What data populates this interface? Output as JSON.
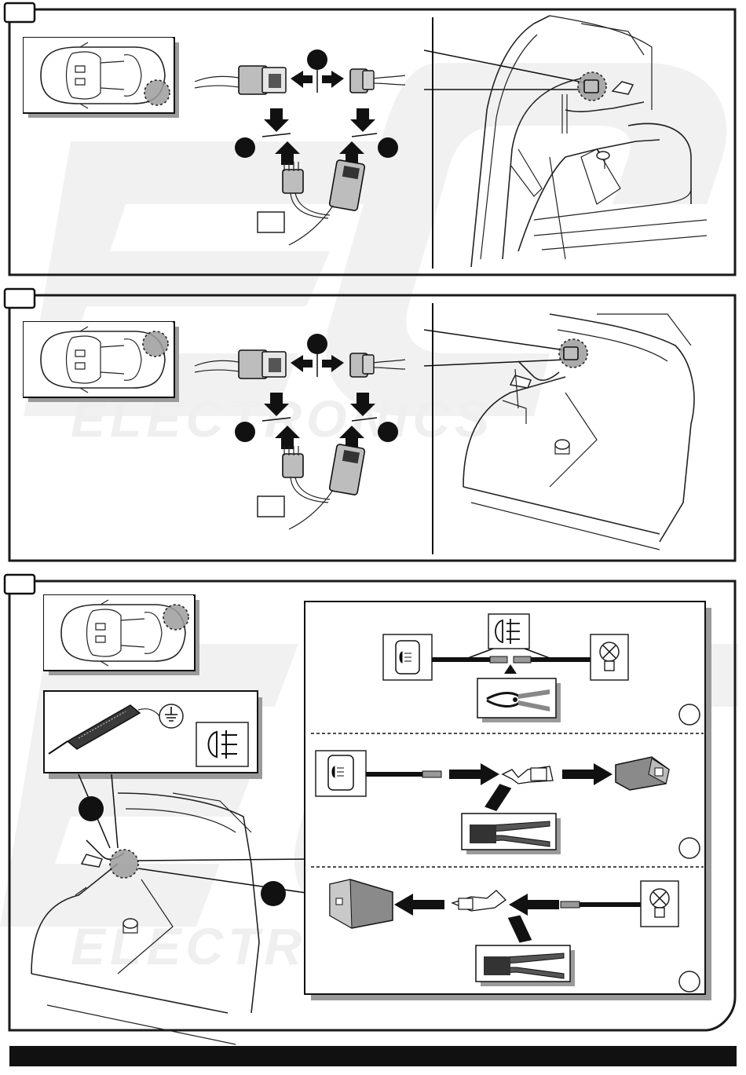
{
  "watermark": {
    "text": "ELECTRONICS"
  },
  "steps": [
    {
      "step_id": "step-1",
      "badge": ""
    },
    {
      "step_id": "step-2",
      "badge": ""
    },
    {
      "step_id": "step-3",
      "badge": ""
    }
  ],
  "colors": {
    "frame": "#1a1a1a",
    "highlight": "#9c9c9c",
    "connector": "#bdbdbd",
    "arrow": "#111111"
  },
  "icons": [
    "car-top-view-icon",
    "connector-icon",
    "arrow-icon",
    "test-lamp-icon",
    "ground-icon",
    "fog-lamp-icon",
    "fog-switch-icon",
    "bulb-icon",
    "pliers-icon",
    "crimp-tool-icon",
    "terminal-icon"
  ],
  "footer": {
    "text": ""
  }
}
